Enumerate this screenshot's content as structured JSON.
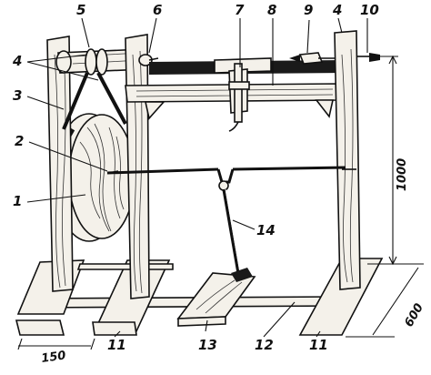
{
  "diagram": {
    "callouts": [
      {
        "id": "part-1",
        "label": "1"
      },
      {
        "id": "part-2",
        "label": "2"
      },
      {
        "id": "part-3",
        "label": "3"
      },
      {
        "id": "part-4-left",
        "label": "4"
      },
      {
        "id": "part-4-right",
        "label": "4"
      },
      {
        "id": "part-5",
        "label": "5"
      },
      {
        "id": "part-6",
        "label": "6"
      },
      {
        "id": "part-7",
        "label": "7"
      },
      {
        "id": "part-8",
        "label": "8"
      },
      {
        "id": "part-9",
        "label": "9"
      },
      {
        "id": "part-10",
        "label": "10"
      },
      {
        "id": "part-11-left",
        "label": "11"
      },
      {
        "id": "part-11-right",
        "label": "11"
      },
      {
        "id": "part-12",
        "label": "12"
      },
      {
        "id": "part-13",
        "label": "13"
      },
      {
        "id": "part-14",
        "label": "14"
      }
    ],
    "dimensions": {
      "height": "1000",
      "depth": "600",
      "offset": "150"
    }
  }
}
